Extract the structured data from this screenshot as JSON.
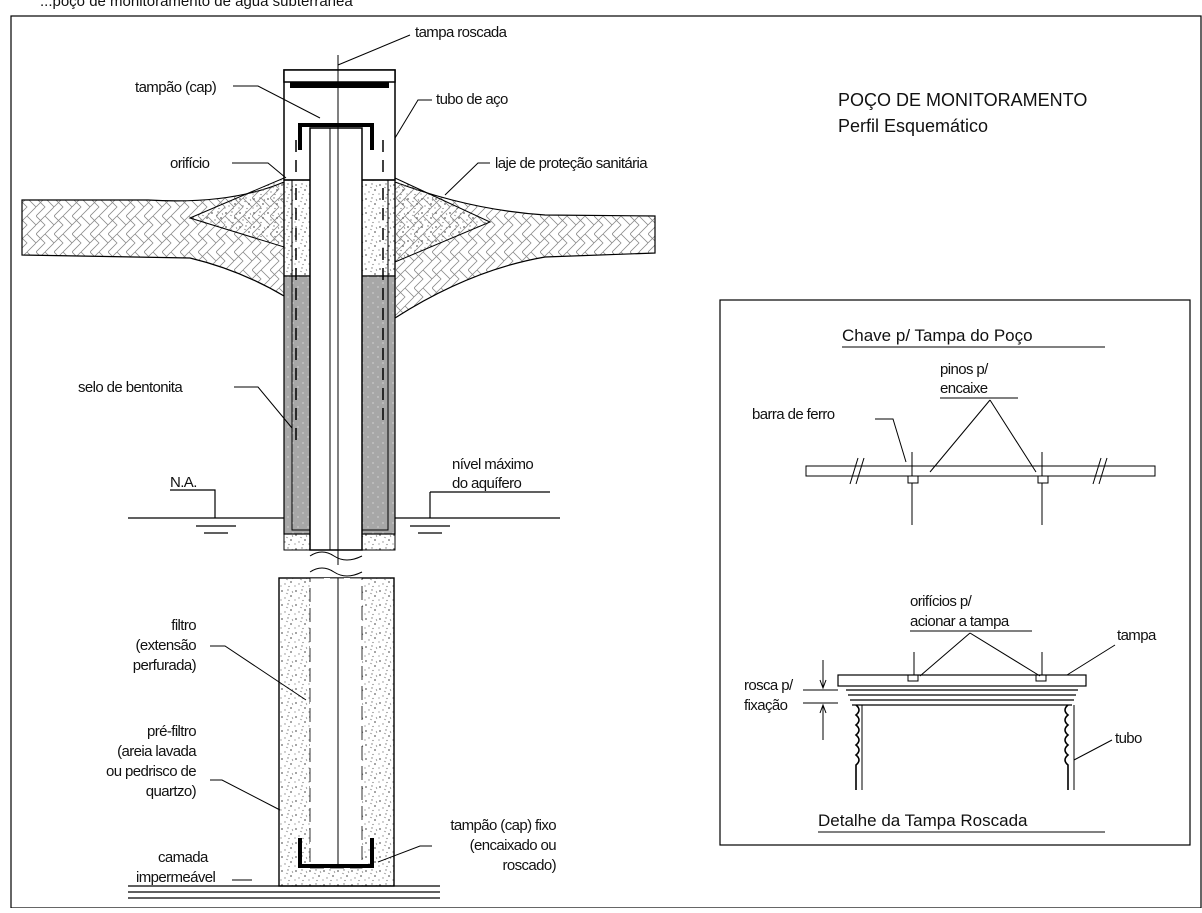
{
  "header": {
    "caption": "...poço de monitoramento de água subterrânea"
  },
  "title": {
    "line1": "POÇO DE MONITORAMENTO",
    "line2": "Perfil Esquemático"
  },
  "labels": {
    "tampa_roscada": "tampa roscada",
    "tampao_cap": "tampão (cap)",
    "tubo_de_aco": "tubo de aço",
    "orificio": "orifício",
    "laje": "laje de proteção sanitária",
    "selo": "selo de bentonita",
    "nivel_maximo": [
      "nível máximo",
      "do aquífero"
    ],
    "na": "N.A.",
    "filtro": [
      "filtro",
      "(extensão",
      "perfurada)"
    ],
    "pre_filtro": [
      "pré-filtro",
      "(areia lavada",
      "ou pedrisco de",
      "quartzo)"
    ],
    "tampao_fixo": [
      "tampão (cap) fixo",
      "(encaixado ou",
      "roscado)"
    ],
    "camada": [
      "camada",
      "impermeável"
    ]
  },
  "inset": {
    "title": "Chave p/ Tampa do Poço",
    "pinos": [
      "pinos p/",
      "encaixe"
    ],
    "barra": "barra de ferro",
    "orificios": [
      "orifícios p/",
      "acionar a tampa"
    ],
    "tampa": "tampa",
    "rosca": [
      "rosca p/",
      "fixação"
    ],
    "tubo": "tubo",
    "footer": "Detalhe da Tampa Roscada"
  }
}
